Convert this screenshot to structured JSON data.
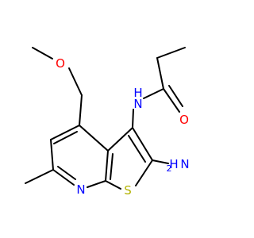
{
  "molecule": {
    "atoms": {
      "o_ether": "O",
      "n_amide": "N",
      "h_amide": "H",
      "o_carbonyl": "O",
      "n_amino": "N",
      "h_amino": "H",
      "h_amino_count": "2",
      "s_ring": "S",
      "n_ring": "N"
    },
    "colors": {
      "bond": "#000000",
      "oxygen": "#ff0000",
      "nitrogen": "#0000ff",
      "sulfur": "#b2b200"
    }
  }
}
